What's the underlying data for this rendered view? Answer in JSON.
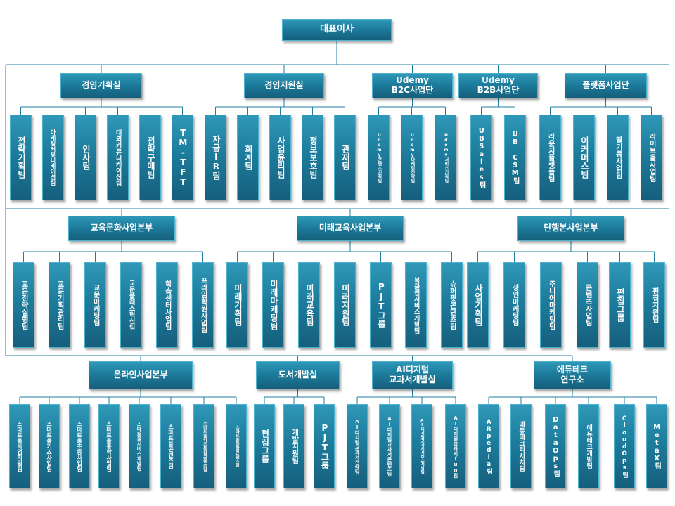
{
  "ceo": "대표이사",
  "groups": [
    {
      "id": "g1",
      "title": "경영기획실",
      "teams": [
        "전략기획팀",
        "마케팅커뮤니케이션팀",
        "인사팀",
        "대외커뮤니케이션팀",
        "전략구매팀",
        "TM-TFT"
      ]
    },
    {
      "id": "g2",
      "title": "경영지원실",
      "teams": [
        "자금IR팀",
        "회계팀",
        "사업윤리팀",
        "정보보호팀",
        "관재팀"
      ]
    },
    {
      "id": "g3",
      "title": "Udemy\nB2C사업단",
      "teams": [
        "Udemy콘텐츠기획팀",
        "Udemy마케팅전략팀",
        "Udemy서비스기획팀"
      ]
    },
    {
      "id": "g4",
      "title": "Udemy\nB2B사업단",
      "teams": [
        "UBSales팀",
        "UB CSM팀"
      ]
    },
    {
      "id": "g5",
      "title": "플랫폼사업단",
      "teams": [
        "라운지플랫폼팀",
        "이커머스팀",
        "딸기콩사업팀",
        "라이브올사업팀"
      ]
    },
    {
      "id": "g6",
      "title": "교육문화사업본부",
      "teams": [
        "교문전략실행팀",
        "교문기획관리팀",
        "교문마케팅팀",
        "교문플래스혁신팀",
        "학습센터사업팀",
        "프라임학원사업팀"
      ]
    },
    {
      "id": "g7",
      "title": "미래교육사업본부",
      "teams": [
        "미래기획팀",
        "미래마케팅팀",
        "미래교육팀",
        "미래지원팀",
        "PJT그룹",
        "북클럽서비스개발팀",
        "슈퍼팟콘텐츠팀"
      ]
    },
    {
      "id": "g8",
      "title": "단행본사업본부",
      "teams": [
        "사업기획팀",
        "성인마케팅팀",
        "주니어마케팅팀",
        "콘텐츠사업팀",
        "편집그룹",
        "편집지원팀"
      ]
    },
    {
      "id": "g9",
      "title": "온라인사업본부",
      "teams": [
        "스마트올사업지원팀",
        "스마트올키즈사업팀",
        "스마트올초등사업팀",
        "스마트올중학사업팀",
        "스마트올서비스개발팀",
        "스마트올콘텐츠팀",
        "스마트올키즈통합콘텐츠팀",
        "스마트올중학콘텐츠팀"
      ]
    },
    {
      "id": "g10",
      "title": "도서개발실",
      "teams": [
        "편집그룹",
        "개발지원팀",
        "PJT그룹"
      ]
    },
    {
      "id": "g11",
      "title": "AI디지털\n교과서개발실",
      "teams": [
        "AI디지털교과서전략팀",
        "AI디지털교과서콘텐츠팀",
        "AI디지털교과서서비스개발팀",
        "AI디지털교과서fun팀"
      ]
    },
    {
      "id": "g12",
      "title": "에듀테크\n연구소",
      "teams": [
        "ARpedia팀",
        "에듀테크리서치팀",
        "DataOps팀",
        "에듀테크개발팀",
        "CloudOps팀",
        "MetaX팀"
      ]
    }
  ],
  "colors": {
    "box_top": "#2f98b8",
    "box_bottom": "#155f7c",
    "line": "#1f7fa0"
  }
}
